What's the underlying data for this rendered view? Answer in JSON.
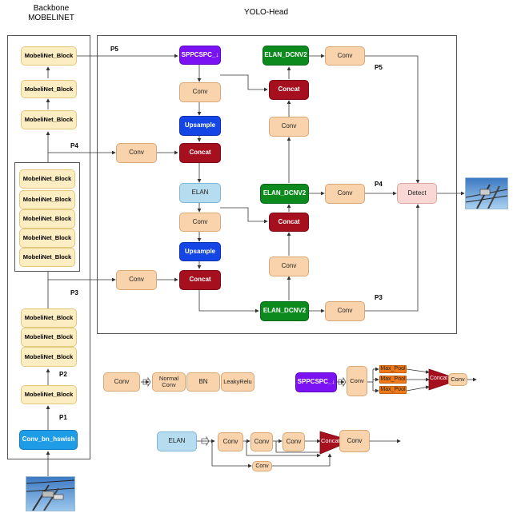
{
  "titles": {
    "backbone": "Backbone\nMOBELINET",
    "head": "YOLO-Head"
  },
  "labels": {
    "p5_top": "P5",
    "p4_left": "P4",
    "p3_left": "P3",
    "p2": "P2",
    "p1": "P1",
    "p5_right": "P5",
    "p4_right": "P4",
    "p3_right": "P3"
  },
  "backbone": {
    "block": "MobeliNet_Block",
    "stem": "Conv_bn_hswish"
  },
  "head": {
    "sppcspc": "SPPCSPC_↓",
    "conv": "Conv",
    "concat": "Concat",
    "upsample": "Upsample",
    "elan": "ELAN",
    "elan_dcnv2": "ELAN_DCNV2",
    "detect": "Detect"
  },
  "legend": {
    "conv": "Conv",
    "normal_conv": "Normal\nConv",
    "bn": "BN",
    "leaky": "LeakyRelu",
    "spp": "SPPCSPC_↓",
    "spp_conv_in": "Conv",
    "maxpool": "Max_Pool",
    "spp_concat": "Concat",
    "spp_conv_out": "Conv",
    "elan": "ELAN",
    "elan_conv": "Conv",
    "elan_concat": "Concat",
    "elan_conv_out": "Conv"
  },
  "colors": {
    "conv": "#f8d3ab",
    "mobelinet": "#fdedc3",
    "concat": "#a50f1e",
    "elan_dcnv2": "#0d8a1e",
    "upsample": "#1446e6",
    "elan": "#b6dcef",
    "sppcspc": "#7a12f3",
    "detect": "#f8d7d4",
    "stem": "#1e9ce6",
    "maxpool": "#f07a18"
  },
  "icons": {
    "input_image": "power-line-photo-icon",
    "output_image": "power-line-photo-icon"
  }
}
